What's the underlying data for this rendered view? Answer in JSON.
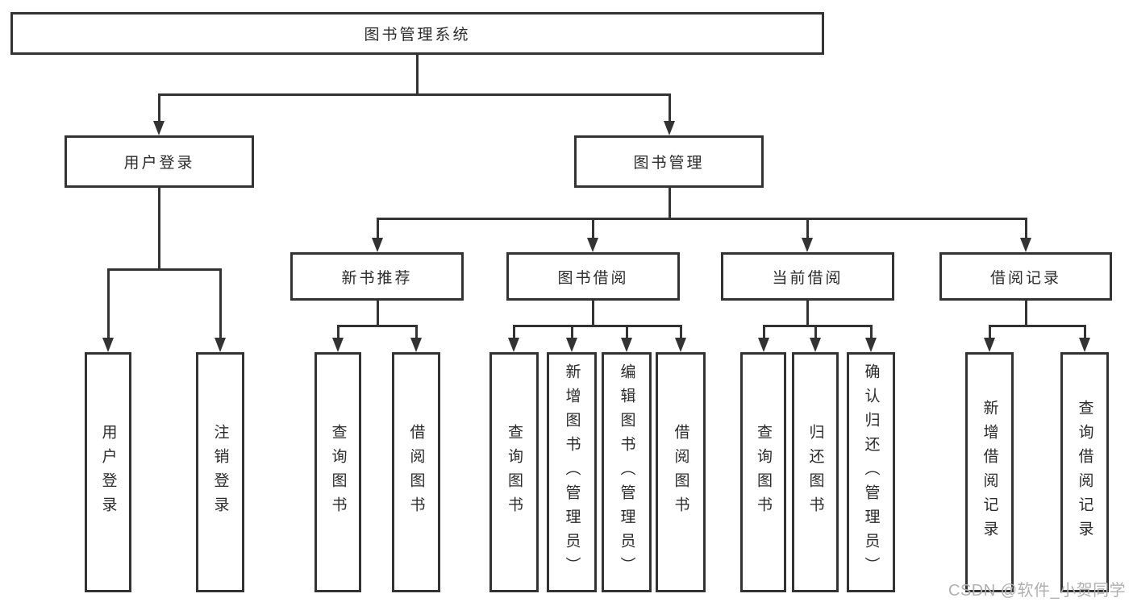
{
  "diagram": {
    "root": {
      "label": "图书管理系统"
    },
    "branches": [
      {
        "label": "用户登录",
        "children": [
          {
            "label": "用户登录"
          },
          {
            "label": "注销登录"
          }
        ]
      },
      {
        "label": "图书管理",
        "children": [
          {
            "label": "新书推荐",
            "children": [
              {
                "label": "查询图书"
              },
              {
                "label": "借阅图书"
              }
            ]
          },
          {
            "label": "图书借阅",
            "children": [
              {
                "label": "查询图书"
              },
              {
                "label": "新增图书（管理员）"
              },
              {
                "label": "编辑图书（管理员）"
              },
              {
                "label": "借阅图书"
              }
            ]
          },
          {
            "label": "当前借阅",
            "children": [
              {
                "label": "查询图书"
              },
              {
                "label": "归还图书"
              },
              {
                "label": "确认归还（管理员）"
              }
            ]
          },
          {
            "label": "借阅记录",
            "children": [
              {
                "label": "新增借阅记录"
              },
              {
                "label": "查询借阅记录"
              }
            ]
          }
        ]
      }
    ]
  },
  "watermark": {
    "text": "CSDN @软件_小贺同学"
  },
  "colors": {
    "line": "#333333",
    "box_border": "#333333",
    "text": "#2b2b2b",
    "watermark": "#b0b0b0",
    "background": "#ffffff"
  }
}
